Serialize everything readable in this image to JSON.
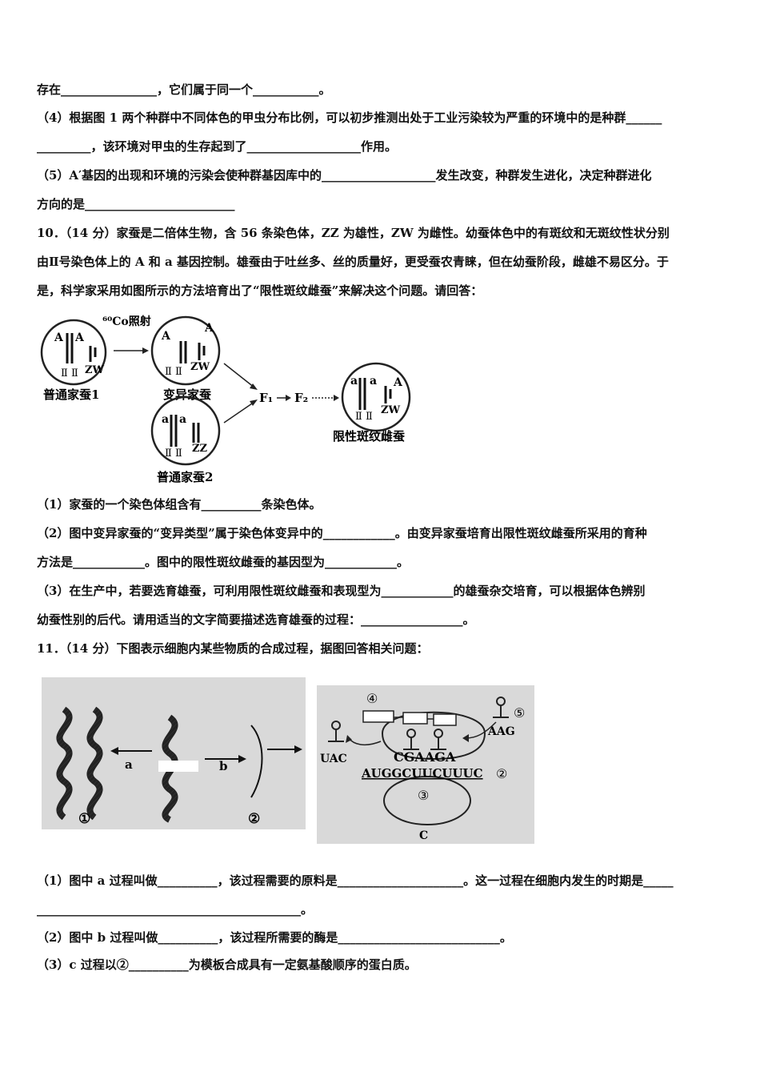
{
  "lines": {
    "l1": "存在________________，它们属于同一个___________。",
    "l2": "（4）根据图 1 两个种群中不同体色的甲虫分布比例，可以初步推测出处于工业污染较为严重的环境中的是种群______",
    "l3": "_________，该环境对甲虫的生存起到了___________________作用。",
    "l4": "（5）A′基因的出现和环境的污染会使种群基因库中的___________________发生改变，种群发生进化，决定种群进化",
    "l5": "方向的是_________________________",
    "l6": "10．（14 分）家蚕是二倍体生物，含 56 条染色体，ZZ 为雄性，ZW 为雌性。幼蚕体色中的有斑纹和无斑纹性状分别",
    "l7": "由Ⅱ号染色体上的 A 和 a 基因控制。雄蚕由于吐丝多、丝的质量好，更受蚕农青睐，但在幼蚕阶段，雌雄不易区分。于",
    "l8": "是，科学家采用如图所示的方法培育出了“限性斑纹雌蚕”来解决这个问题。请回答：",
    "l9": "（1）家蚕的一个染色体组含有__________条染色体。",
    "l10": "（2）图中变异家蚕的“变异类型”属于染色体变异中的____________。由变异家蚕培育出限性斑纹雌蚕所采用的育种",
    "l11": "方法是____________。图中的限性斑纹雌蚕的基因型为____________。",
    "l12": "（3）在生产中，若要选育雄蚕，可利用限性斑纹雌蚕和表现型为____________的雄蚕杂交培育，可以根据体色辨别",
    "l13": "幼蚕性别的后代。请用适当的文字简要描述选育雄蚕的过程：_________________。",
    "l14": "11．（14 分）下图表示细胞内某些物质的合成过程，据图回答相关问题：",
    "l15": "（1）图中 a 过程叫做__________，该过程需要的原料是_____________________。这一过程在细胞内发生的时期是_____",
    "l16": "____________________________________________。",
    "l17": "（2）图中 b 过程叫做__________，该过程所需要的酶是___________________________。",
    "l18": "（3）c 过程以②__________为模板合成具有一定氨基酸顺序的蛋白质。"
  },
  "fig1": {
    "irradiation": "⁶⁰Co照射",
    "cell1": {
      "label": "普通家蚕1",
      "genes_left": "A",
      "genes_right": "A",
      "chrom": "Ⅱ Ⅱ",
      "sex": "ZW"
    },
    "cell2": {
      "label": "变异家蚕",
      "gene_top": "A",
      "gene_w": "A",
      "chrom": "Ⅱ Ⅱ",
      "sex": "ZW"
    },
    "cell3": {
      "label": "普通家蚕2",
      "genes_left": "a",
      "genes_right": "a",
      "chrom": "Ⅱ Ⅱ",
      "sex": "ZZ"
    },
    "cell4": {
      "label": "限性斑纹雌蚕",
      "genes_left": "a",
      "genes_right": "a",
      "gene_w": "A",
      "chrom": "Ⅱ Ⅱ",
      "sex": "ZW"
    },
    "f1": "F₁",
    "f2": "F₂"
  },
  "fig2": {
    "left": {
      "arrow_a": "a",
      "arrow_b": "b",
      "label1": "①",
      "label2": "②"
    },
    "right": {
      "label4": "④",
      "label5": "⑤",
      "trna_left": "UAC",
      "trna_right": "AAG",
      "anticodons": "CGAAGA",
      "mrna": "AUGGCUUCUUUC",
      "label2": "②",
      "label3": "③",
      "label_c": "C"
    }
  }
}
